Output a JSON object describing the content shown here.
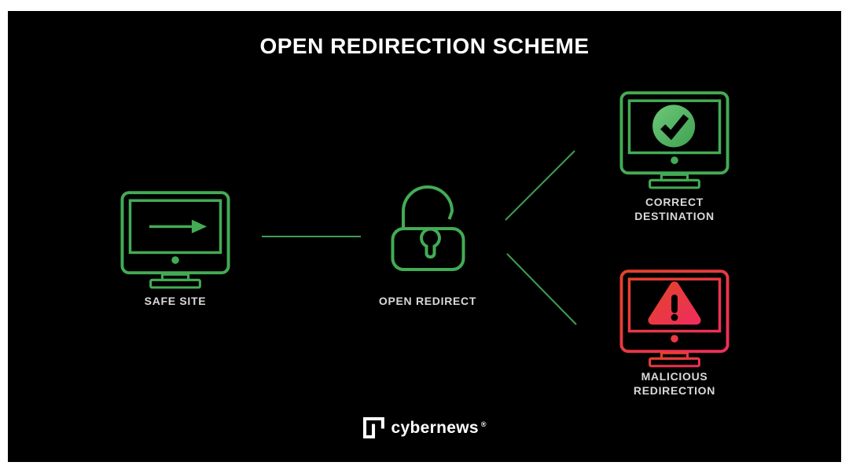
{
  "page": {
    "title": "OPEN REDIRECTION SCHEME"
  },
  "nodes": {
    "safe_site": {
      "label": "SAFE SITE",
      "icon": "monitor-arrow-icon"
    },
    "open_redirect": {
      "label": "OPEN REDIRECT",
      "icon": "open-padlock-icon"
    },
    "correct_destination": {
      "label": "CORRECT DESTINATION",
      "icon": "monitor-check-icon"
    },
    "malicious_redirection": {
      "label": "MALICIOUS REDIRECTION",
      "icon": "monitor-warning-icon"
    }
  },
  "connections": [
    {
      "from": "safe_site",
      "to": "open_redirect"
    },
    {
      "from": "open_redirect",
      "to": "correct_destination"
    },
    {
      "from": "open_redirect",
      "to": "malicious_redirection"
    }
  ],
  "footer": {
    "brand": "cybernews",
    "registered_mark": "®"
  },
  "colors": {
    "background": "#000000",
    "page_margin": "#ffffff",
    "green": "#43ab55",
    "green_line": "#3f9e50",
    "green_fill_light": "#6cc878",
    "green_fill_dark": "#3fa251",
    "red_start": "#e4432a",
    "red_end": "#ee2e5b",
    "label_text": "#d9d9d9",
    "title_text": "#ffffff"
  }
}
